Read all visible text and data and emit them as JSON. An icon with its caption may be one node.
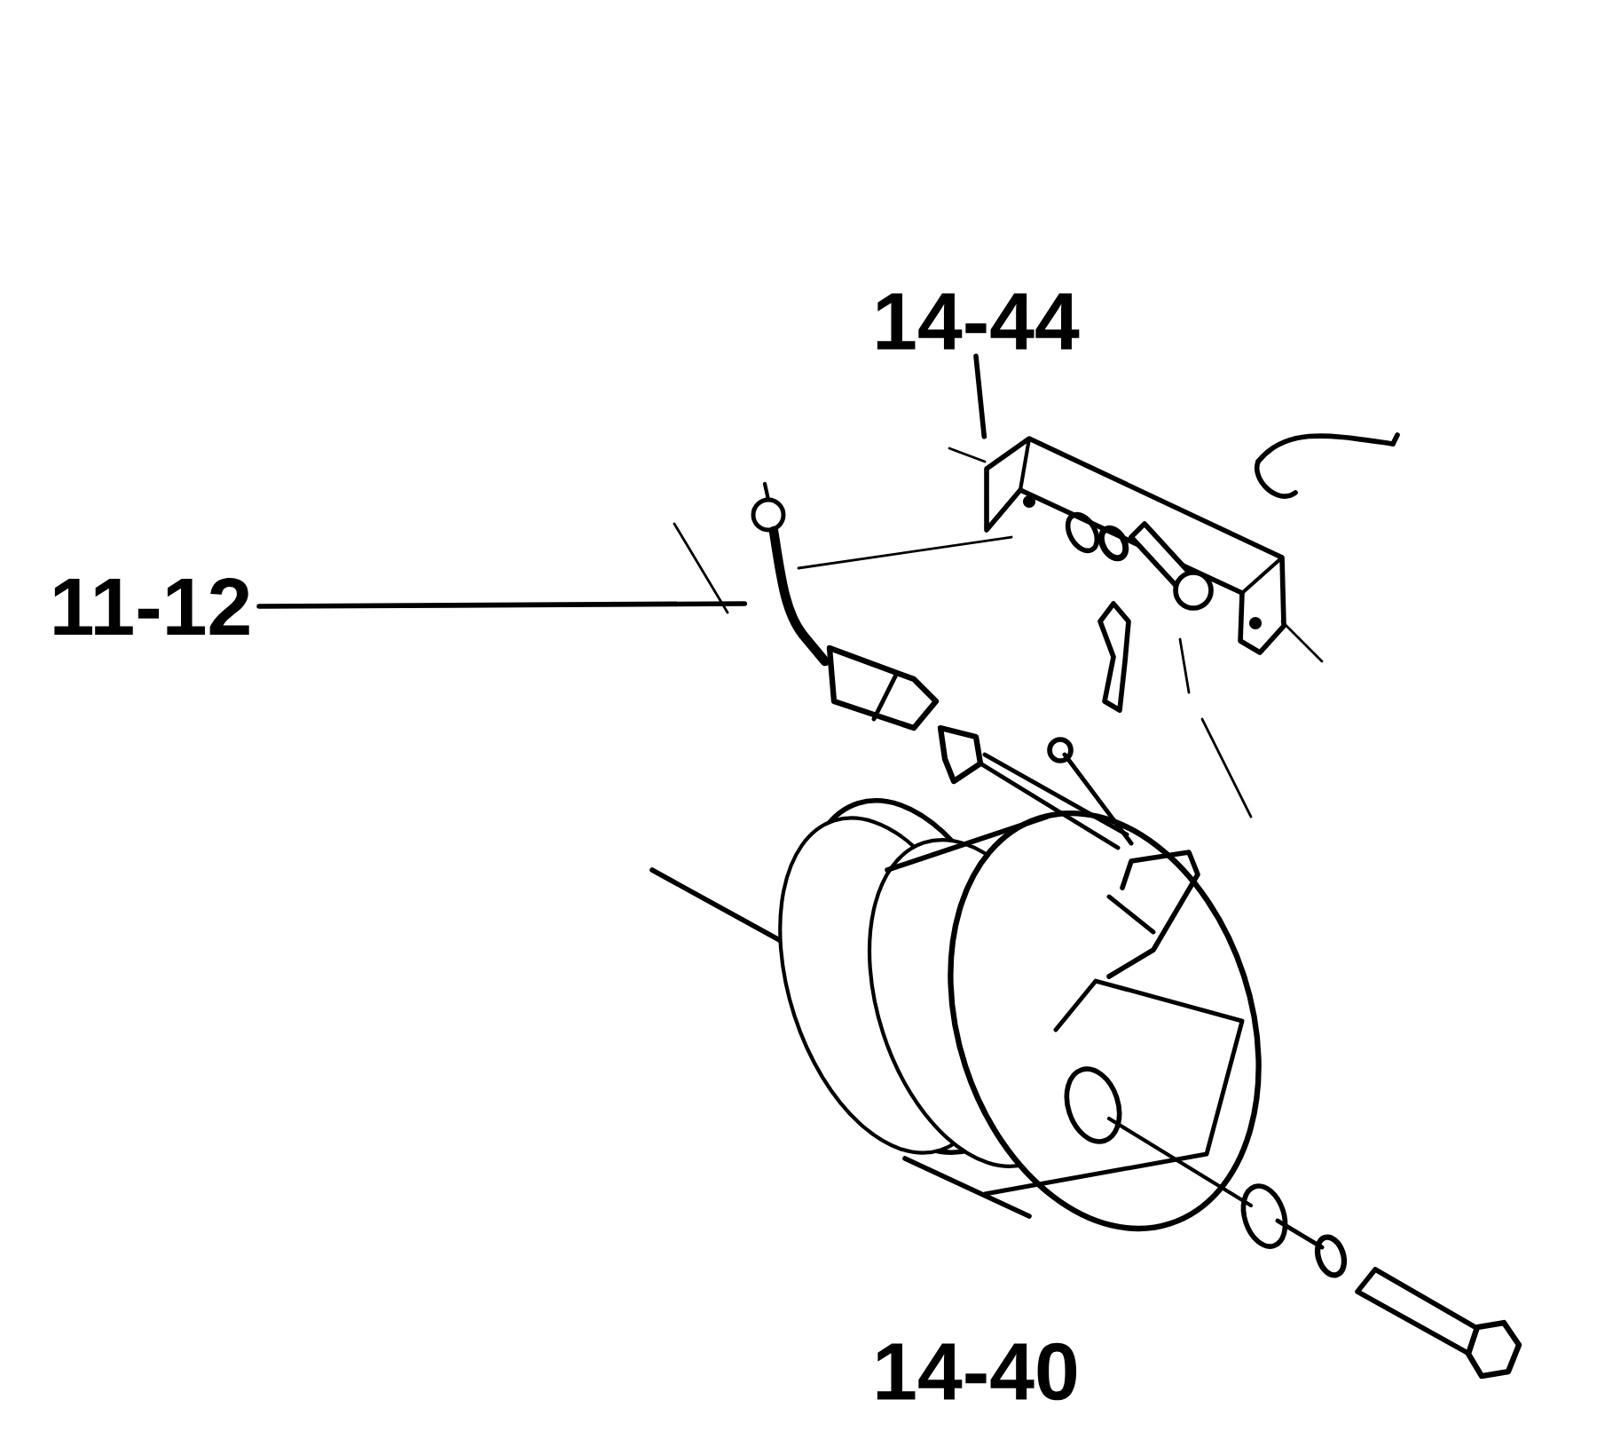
{
  "diagram": {
    "nodes": [
      {
        "text": [
          "14-44"
        ]
      },
      {
        "text": [],
        "shape": "picture"
      },
      {
        "text": [
          "11-12"
        ]
      },
      {
        "text": [],
        "shape": "picture"
      }
    ],
    "edges": [
      {
        "from": 0,
        "to": 3,
        "arrow": "none"
      },
      {
        "from": 2,
        "to": 1,
        "arrow": "none"
      }
    ],
    "labels": [
      "14-40"
    ]
  }
}
